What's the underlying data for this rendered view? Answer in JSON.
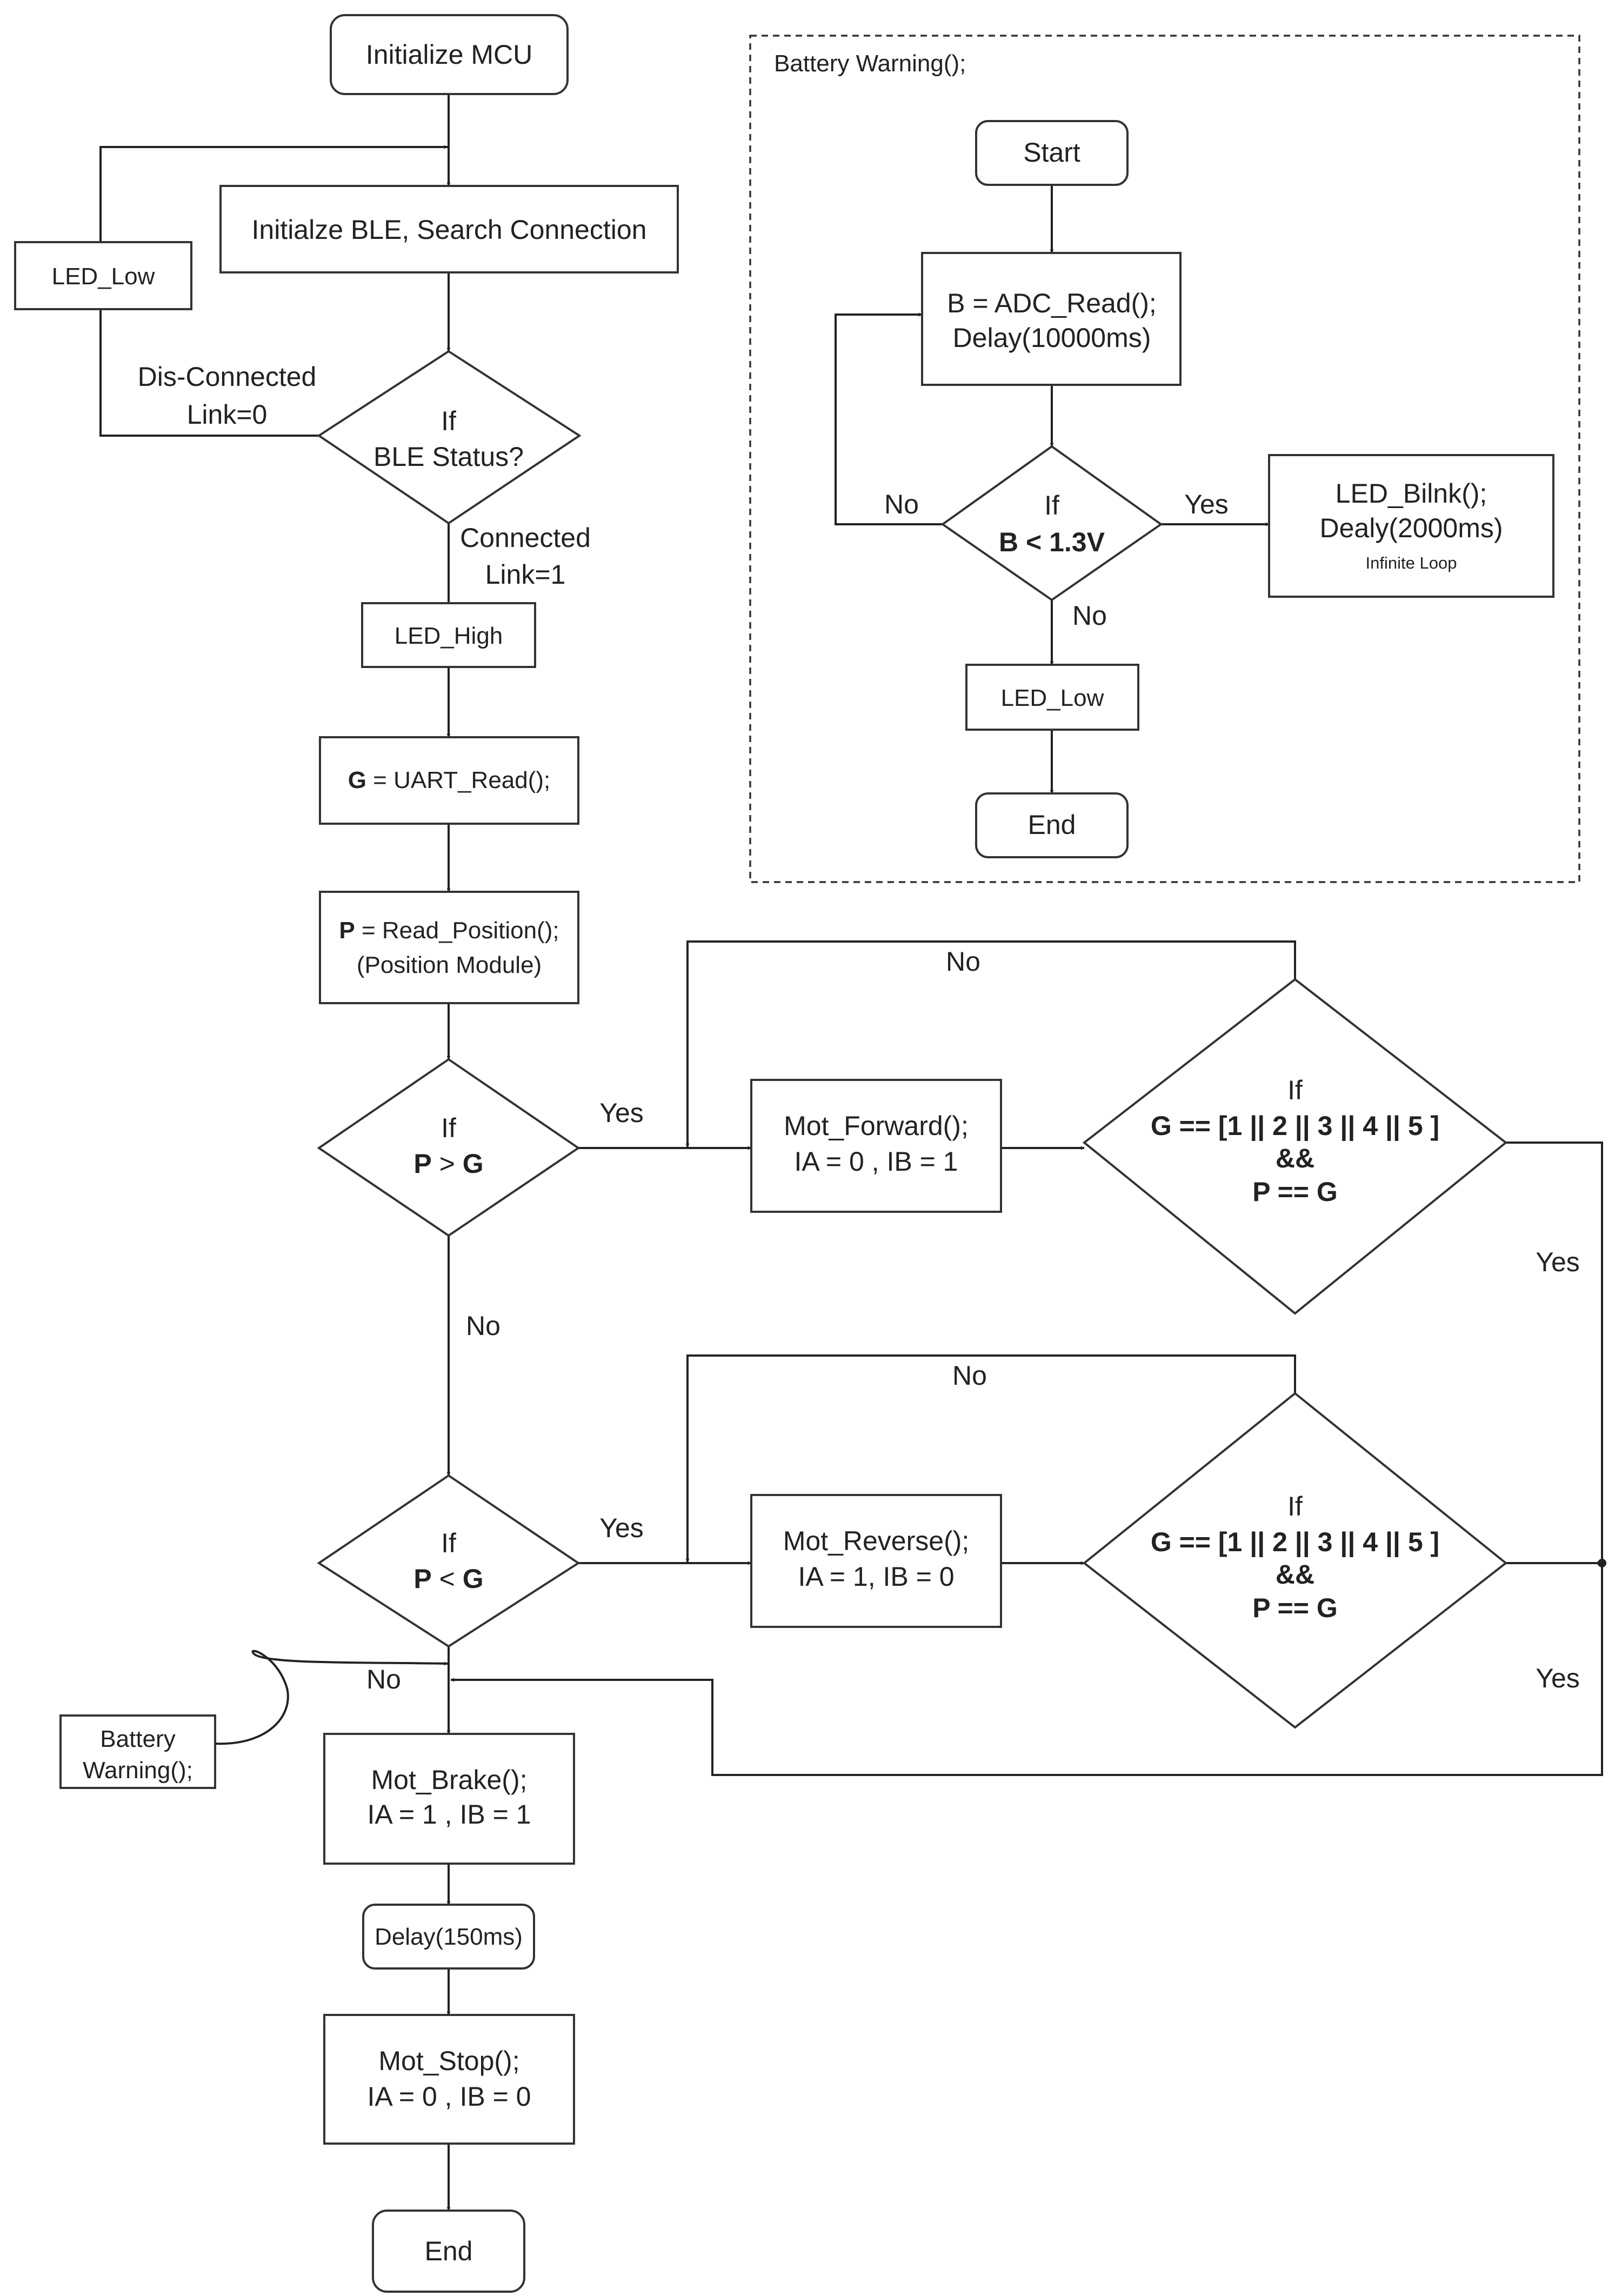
{
  "main": {
    "init_mcu": "Initialize MCU",
    "init_ble": "Initialze BLE, Search Connection",
    "led_low": "LED_Low",
    "disconnected": [
      "Dis-Connected",
      "Link=0"
    ],
    "ble_if": "If",
    "ble_status": "BLE Status?",
    "connected": [
      "Connected",
      "Link=1"
    ],
    "led_high": "LED_High",
    "uart_read": [
      "G",
      " = UART_Read();"
    ],
    "read_position": [
      "P",
      " = Read_Position();"
    ],
    "position_module": "(Position Module)",
    "if_gt": {
      "if": "If",
      "p": "P",
      "op": " > ",
      "g": "G"
    },
    "if_lt": {
      "if": "If",
      "p": "P",
      "op": " < ",
      "g": "G"
    },
    "yes": "Yes",
    "no": "No",
    "mot_forward": [
      "Mot_Forward();",
      "IA = 0 , IB = 1"
    ],
    "mot_reverse": [
      "Mot_Reverse();",
      "IA = 1, IB = 0"
    ],
    "check": {
      "if": "If",
      "line1": "G == [1 || 2 || 3 || 4 || 5 ]",
      "and": "&&",
      "line3": "P == G"
    },
    "battery_call": [
      "Battery",
      "Warning();"
    ],
    "mot_brake": [
      "Mot_Brake();",
      "IA = 1 , IB = 1"
    ],
    "delay150": "Delay(150ms)",
    "mot_stop": [
      "Mot_Stop();",
      "IA = 0 , IB = 0"
    ],
    "end": "End"
  },
  "battery": {
    "title": "Battery Warning();",
    "start": "Start",
    "adc": [
      "B = ADC_Read();",
      "Delay(10000ms)"
    ],
    "if": "If",
    "cond": "B < 1.3V",
    "yes": "Yes",
    "no": "No",
    "blink": [
      "LED_Bilnk();",
      "Dealy(2000ms)"
    ],
    "infinite": "Infinite Loop",
    "led_low": "LED_Low",
    "end": "End"
  }
}
